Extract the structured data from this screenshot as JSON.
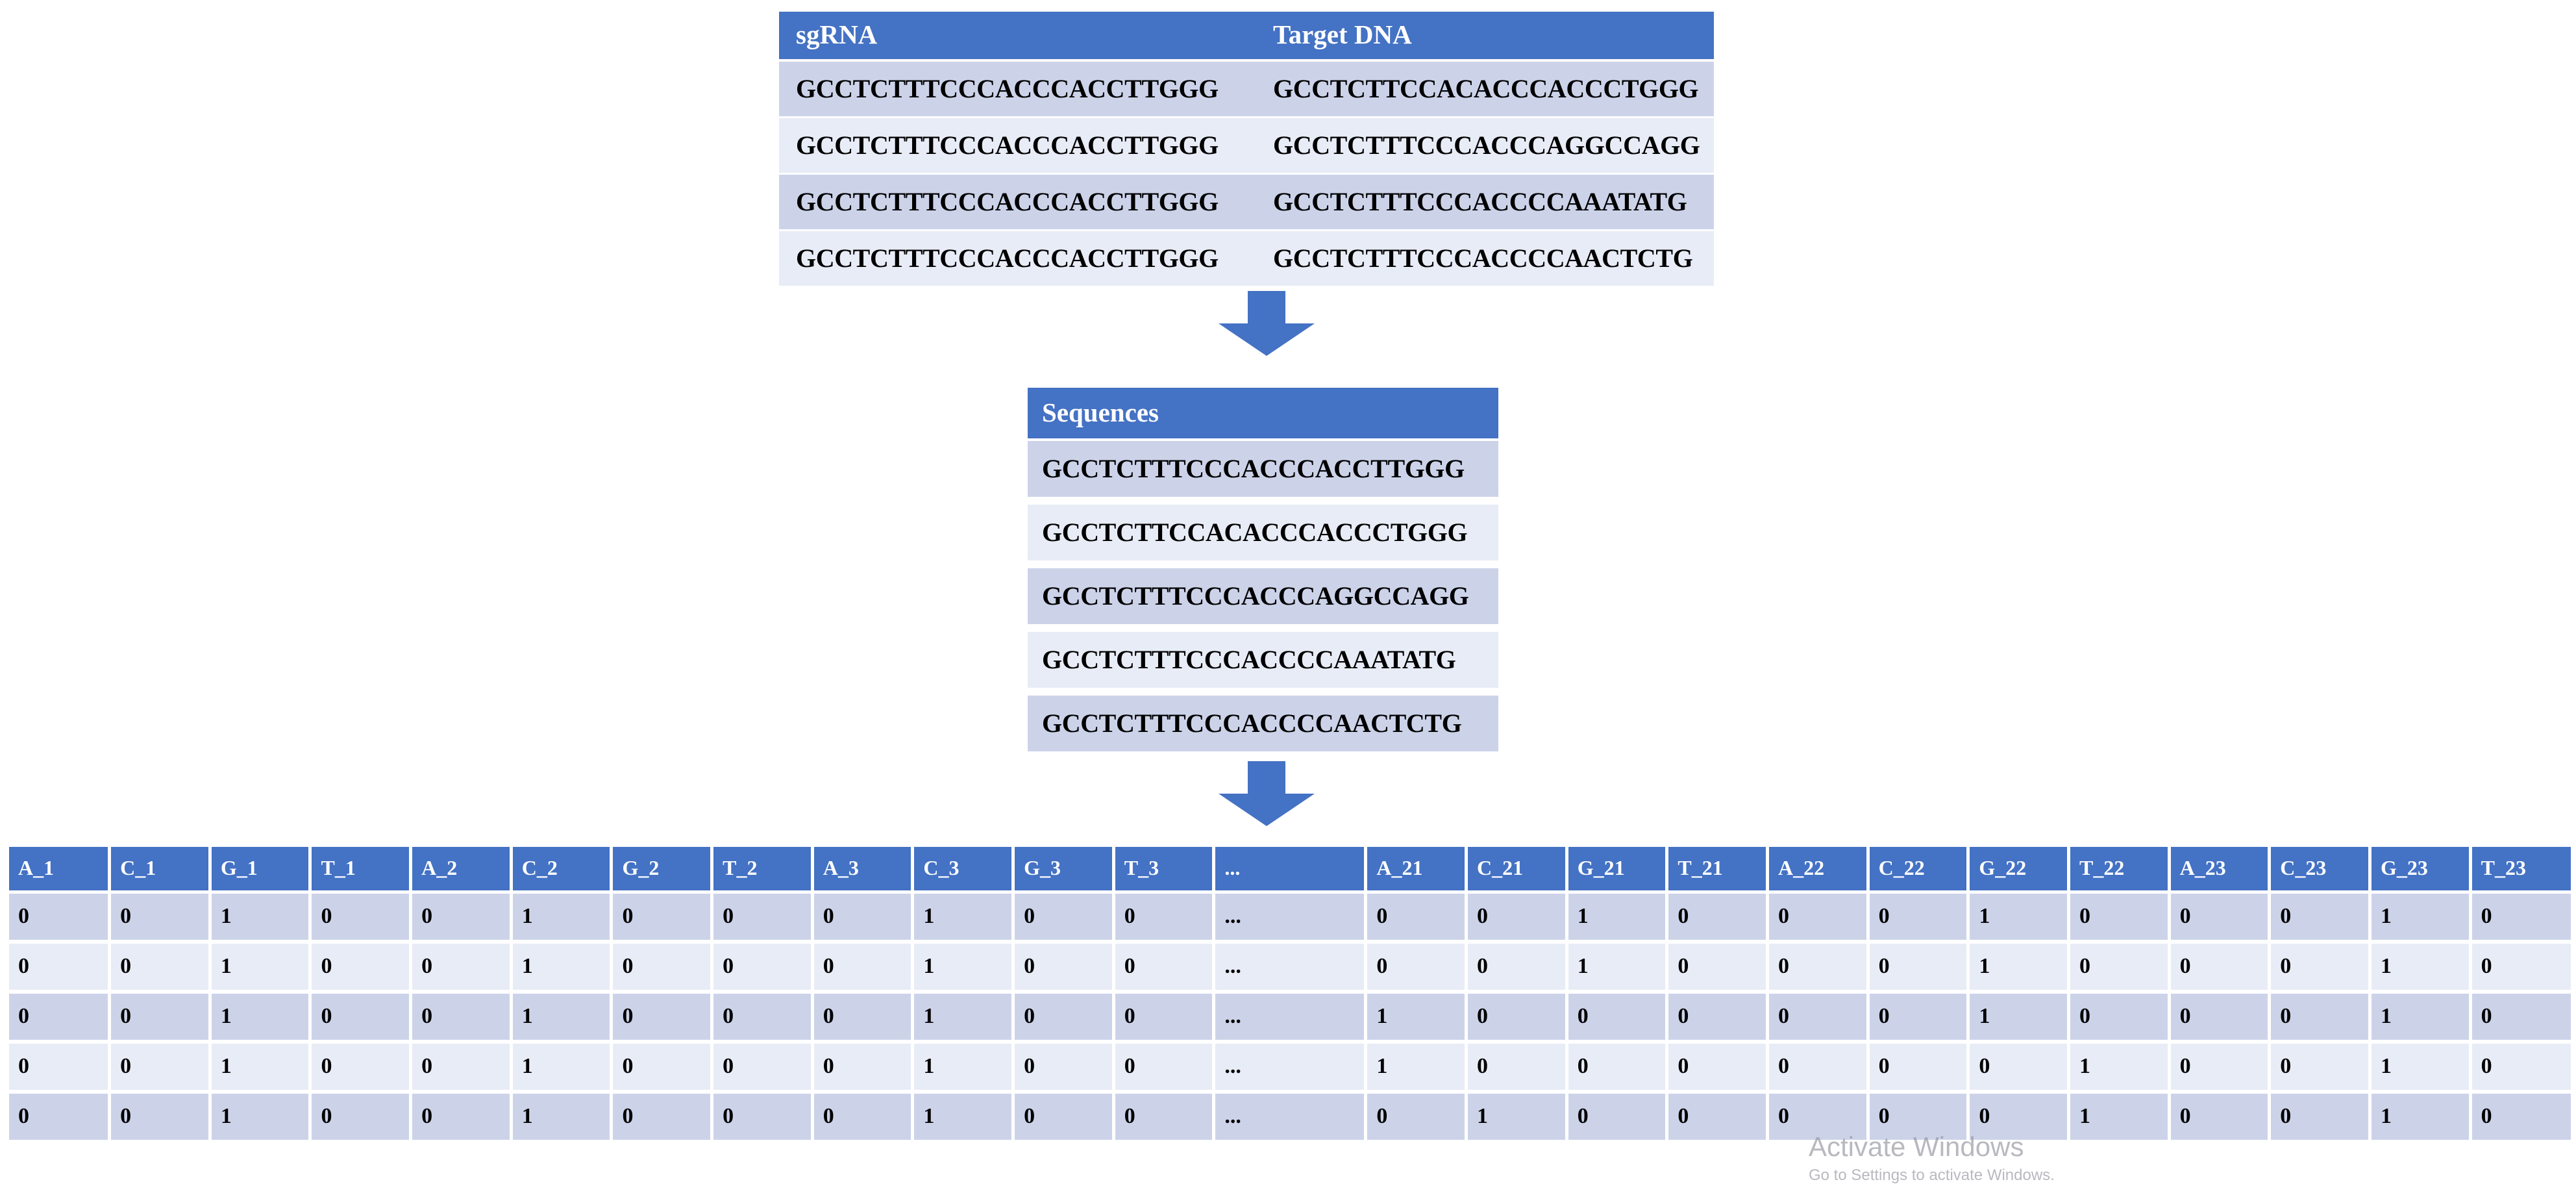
{
  "pair_table": {
    "headers": [
      "sgRNA",
      "Target DNA"
    ],
    "rows": [
      {
        "sgrna": "GCCTCTTTCCCACCCACCTTGGG",
        "target": "GCCTCTTCCACACCCACCCTGGG"
      },
      {
        "sgrna": "GCCTCTTTCCCACCCACCTTGGG",
        "target": "GCCTCTTTCCCACCCAGGCCAGG"
      },
      {
        "sgrna": "GCCTCTTTCCCACCCACCTTGGG",
        "target": "GCCTCTTTCCCACCCCAAATATG"
      },
      {
        "sgrna": "GCCTCTTTCCCACCCACCTTGGG",
        "target": "GCCTCTTTCCCACCCCAACTCTG"
      }
    ]
  },
  "sequences_table": {
    "header": "Sequences",
    "rows": [
      "GCCTCTTTCCCACCCACCTTGGG",
      "GCCTCTTCCACACCCACCCTGGG",
      "GCCTCTTTCCCACCCAGGCCAGG",
      "GCCTCTTTCCCACCCCAAATATG",
      "GCCTCTTTCCCACCCCAACTCTG"
    ]
  },
  "arrows": {
    "first": "down-arrow",
    "second": "down-arrow"
  },
  "onehot_table": {
    "headers": [
      "A_1",
      "C_1",
      "G_1",
      "T_1",
      "A_2",
      "C_2",
      "G_2",
      "T_2",
      "A_3",
      "C_3",
      "G_3",
      "T_3",
      "...",
      "A_21",
      "C_21",
      "G_21",
      "T_21",
      "A_22",
      "C_22",
      "G_22",
      "T_22",
      "A_23",
      "C_23",
      "G_23",
      "T_23"
    ],
    "ellipsis_index": 12,
    "rows": [
      [
        "0",
        "0",
        "1",
        "0",
        "0",
        "1",
        "0",
        "0",
        "0",
        "1",
        "0",
        "0",
        "...",
        "0",
        "0",
        "1",
        "0",
        "0",
        "0",
        "1",
        "0",
        "0",
        "0",
        "1",
        "0"
      ],
      [
        "0",
        "0",
        "1",
        "0",
        "0",
        "1",
        "0",
        "0",
        "0",
        "1",
        "0",
        "0",
        "...",
        "0",
        "0",
        "1",
        "0",
        "0",
        "0",
        "1",
        "0",
        "0",
        "0",
        "1",
        "0"
      ],
      [
        "0",
        "0",
        "1",
        "0",
        "0",
        "1",
        "0",
        "0",
        "0",
        "1",
        "0",
        "0",
        "...",
        "1",
        "0",
        "0",
        "0",
        "0",
        "0",
        "1",
        "0",
        "0",
        "0",
        "1",
        "0"
      ],
      [
        "0",
        "0",
        "1",
        "0",
        "0",
        "1",
        "0",
        "0",
        "0",
        "1",
        "0",
        "0",
        "...",
        "1",
        "0",
        "0",
        "0",
        "0",
        "0",
        "0",
        "1",
        "0",
        "0",
        "1",
        "0"
      ],
      [
        "0",
        "0",
        "1",
        "0",
        "0",
        "1",
        "0",
        "0",
        "0",
        "1",
        "0",
        "0",
        "...",
        "0",
        "1",
        "0",
        "0",
        "0",
        "0",
        "0",
        "1",
        "0",
        "0",
        "1",
        "0"
      ]
    ]
  },
  "watermark": {
    "title": "Activate Windows",
    "subtitle": "Go to Settings to activate Windows."
  },
  "colors": {
    "header_blue": "#4472c4",
    "arrow_blue": "#4472c4",
    "row_band_dark": "#ccd3e9",
    "row_band_light": "#e8ecf6",
    "watermark_gray": "#8d8f99"
  }
}
